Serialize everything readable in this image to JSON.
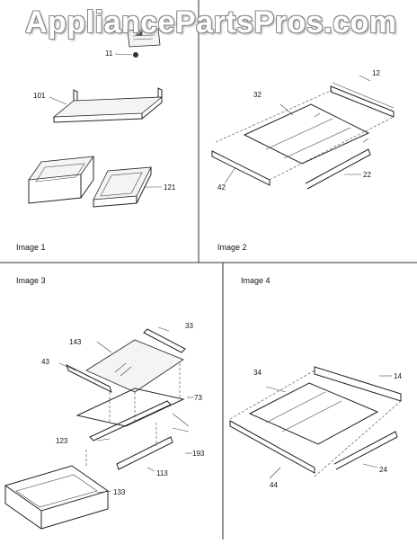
{
  "watermark": "AppliancePartsPros.com",
  "panels": [
    {
      "label": "Image 1"
    },
    {
      "label": "Image 2"
    },
    {
      "label": "Image 3"
    },
    {
      "label": "Image 4"
    }
  ],
  "callouts": {
    "p11": "11",
    "p101": "101",
    "p121": "121",
    "p12": "12",
    "p32": "32",
    "p22": "22",
    "p42": "42",
    "p33": "33",
    "p143": "143",
    "p43": "43",
    "p73": "73",
    "p123": "123",
    "p193": "193",
    "p113": "113",
    "p133": "133",
    "p34": "34",
    "p14": "14",
    "p44": "44",
    "p24": "24"
  }
}
